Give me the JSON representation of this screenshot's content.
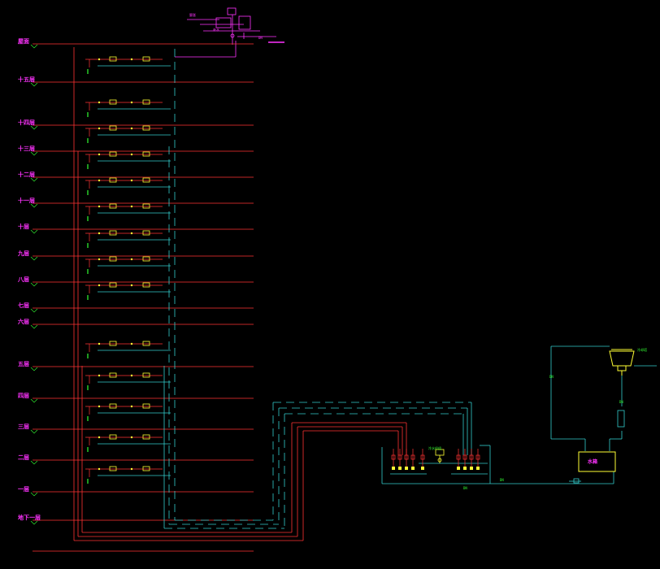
{
  "drawing": {
    "background": "#000000",
    "colors": {
      "floor_line": "#ff3333",
      "supply_pipe": "#ff3333",
      "return_pipe": "#33cccc",
      "equipment": "#ffff33",
      "label": "#ff33ff",
      "annotation": "#33ff33",
      "valve": "#ffffff"
    }
  },
  "floors": [
    {
      "label": "屋面"
    },
    {
      "label": "十五层"
    },
    {
      "label": "十四层"
    },
    {
      "label": "十三层"
    },
    {
      "label": "十二层"
    },
    {
      "label": "十一层"
    },
    {
      "label": "十层"
    },
    {
      "label": "九层"
    },
    {
      "label": "八层"
    },
    {
      "label": "七层"
    },
    {
      "label": "六层"
    },
    {
      "label": "五层"
    },
    {
      "label": "四层"
    },
    {
      "label": "三层"
    },
    {
      "label": "二层"
    },
    {
      "label": "一层"
    },
    {
      "label": "地下一层"
    }
  ],
  "equipment": {
    "cooling_tower_label": "冷却塔",
    "tank_label": "水箱",
    "chiller_label": "冷水机组"
  }
}
